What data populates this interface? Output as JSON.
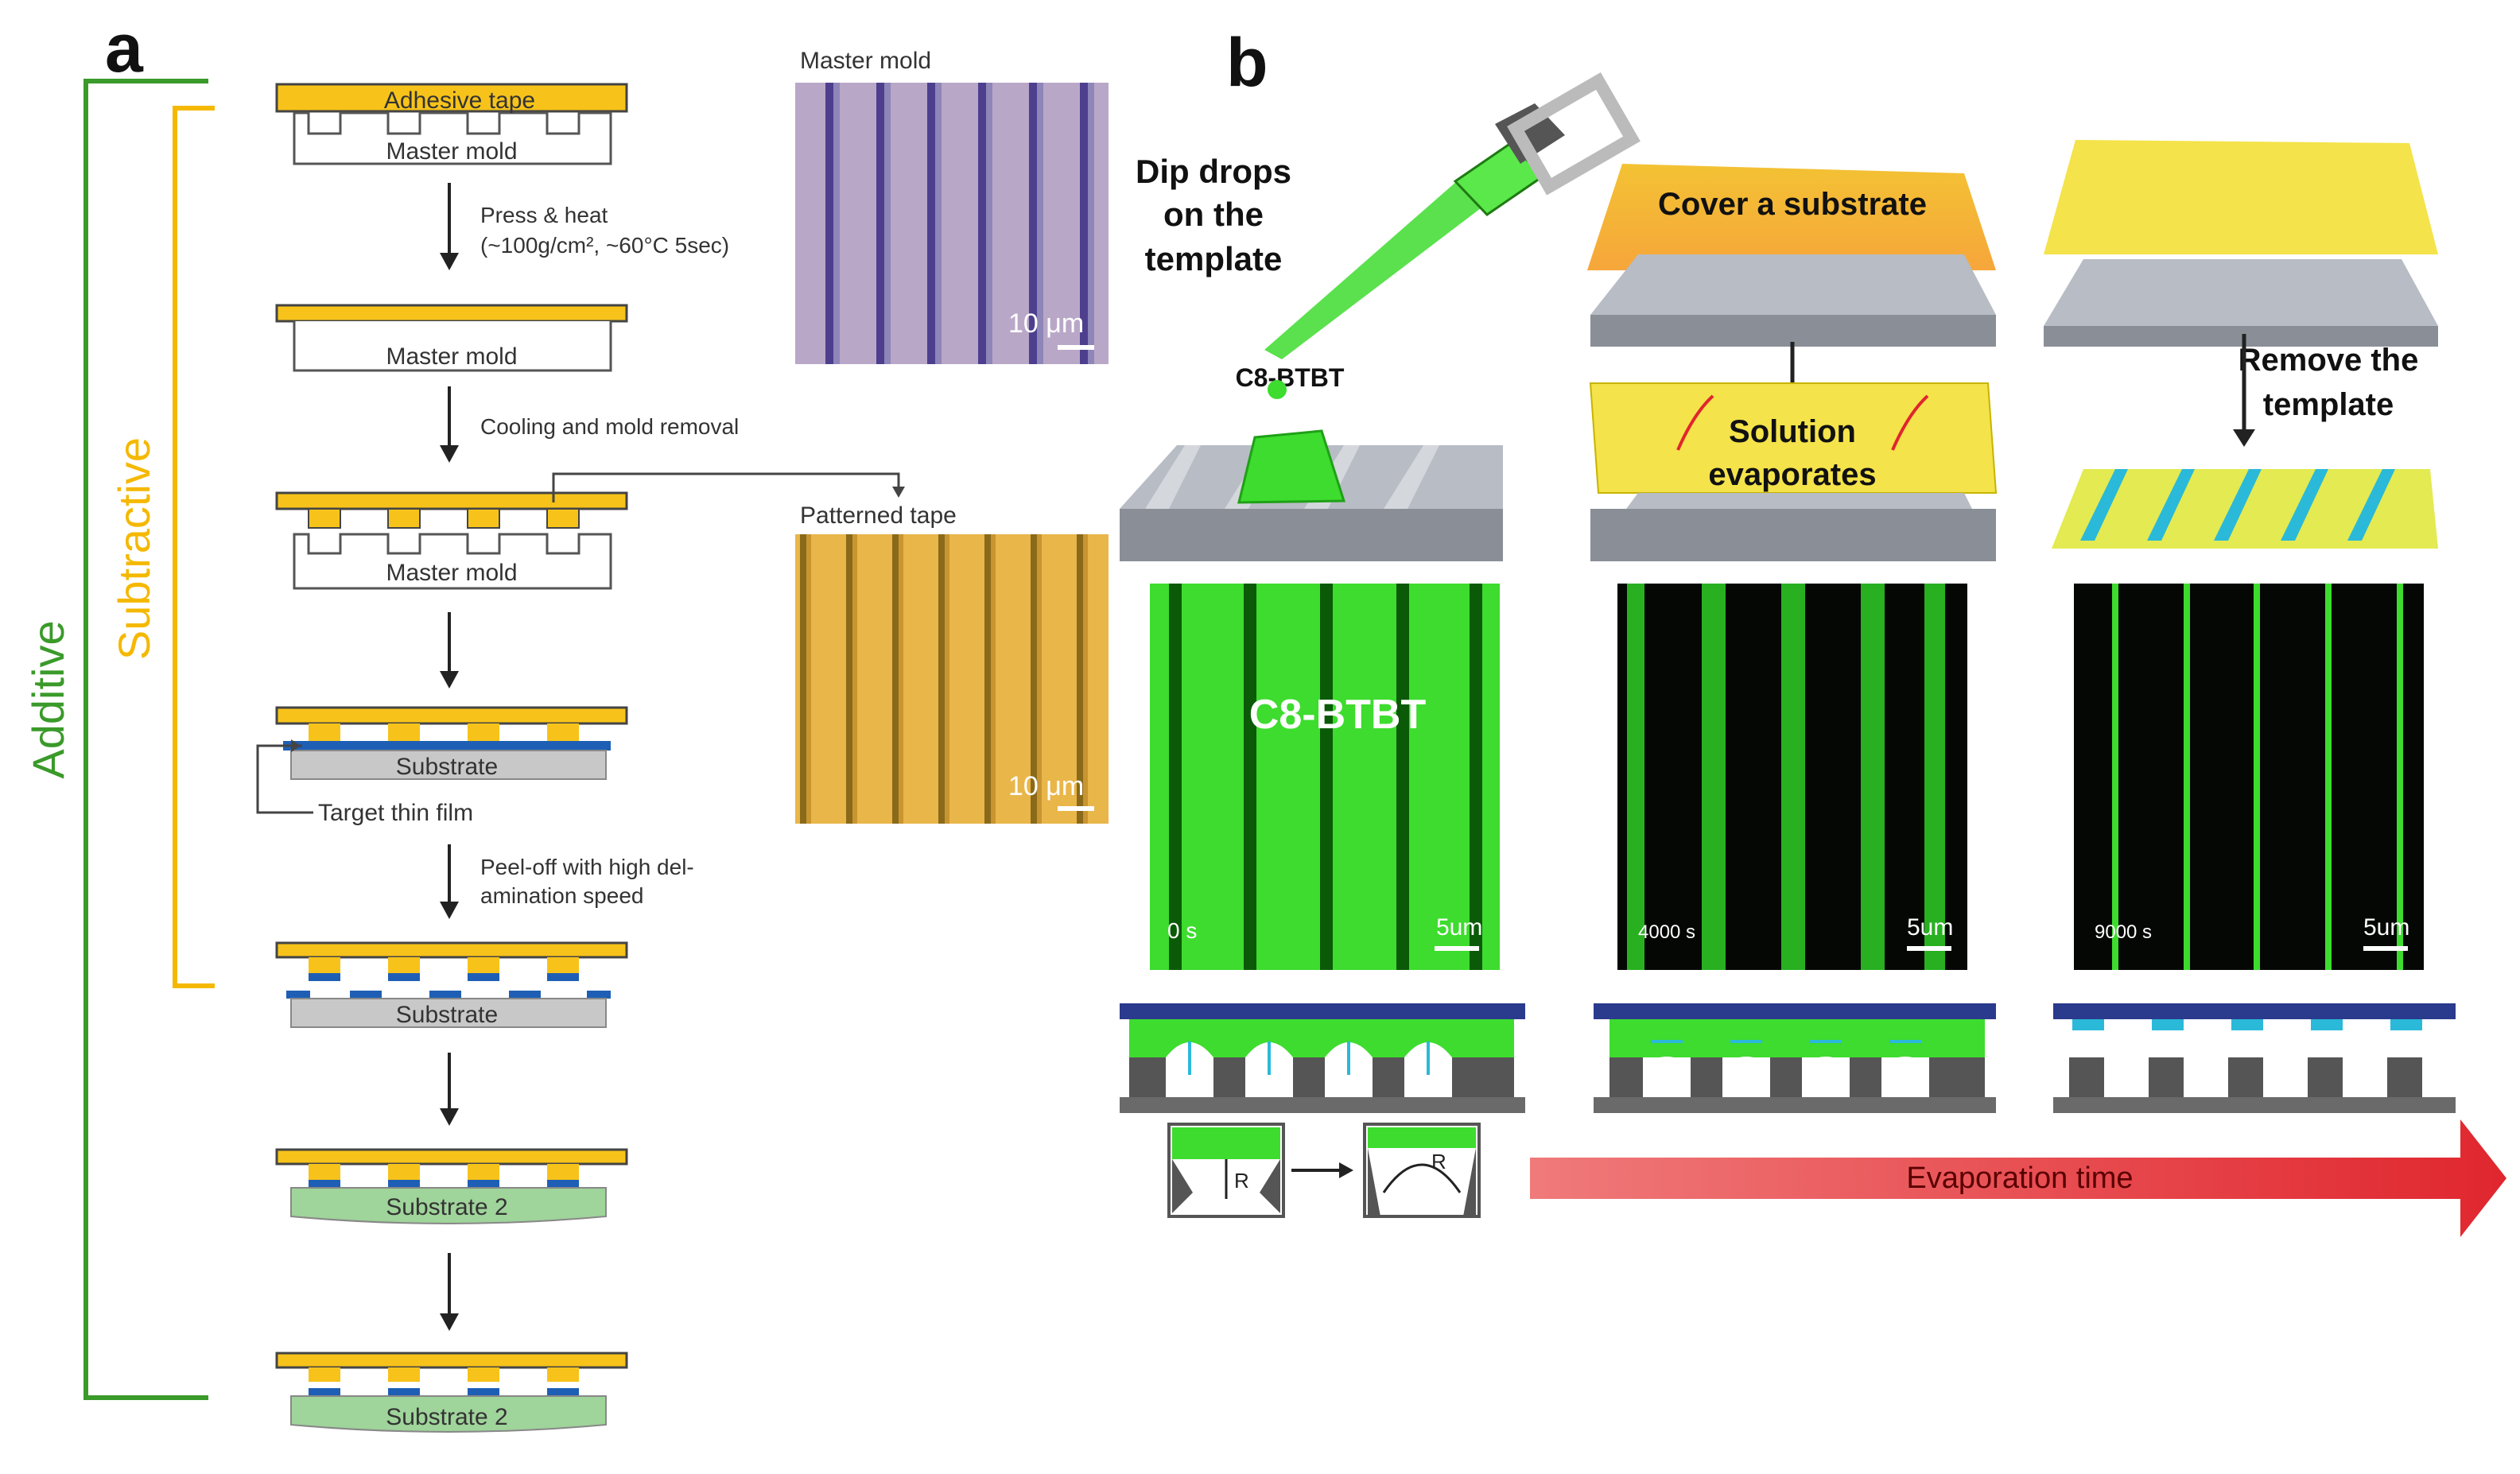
{
  "panel_a": {
    "letter": "a",
    "additive_label": "Additive",
    "subtractive_label": "Subtractive",
    "adhesive_tape": "Adhesive tape",
    "master_mold": "Master mold",
    "step1": "Press & heat",
    "step1_detail": "(~100g/cm², ~60°C 5sec)",
    "step2": "Cooling and mold removal",
    "substrate": "Substrate",
    "target_film": "Target thin film",
    "step4_line1": "Peel-off with high del-",
    "step4_line2": "amination speed",
    "substrate2": "Substrate 2",
    "micro1_title": "Master mold",
    "micro2_title": "Patterned tape",
    "scale": "10 μm"
  },
  "panel_b": {
    "letter": "b",
    "dip_line1": "Dip drops",
    "dip_line2": "on the",
    "dip_line3": "template",
    "material": "C8-BTBT",
    "cover": "Cover a substrate",
    "evap_line1": "Solution",
    "evap_line2": "evaporates",
    "remove_line1": "Remove the",
    "remove_line2": "template",
    "t0": "0 s",
    "t1": "4000 s",
    "t2": "9000 s",
    "scale": "5um",
    "radius": "R",
    "evaporation": "Evaporation time"
  },
  "colors": {
    "additive": "#3a9a2a",
    "subtractive": "#f5b800",
    "tape": "#f7c31a",
    "film": "#1e5fb5",
    "substrate": "#c8c8c8",
    "substrate2": "#9fd49a",
    "green_solution": "#3ddc2e",
    "cover_yellow": "#f4d33e",
    "arrow_red": "#e0262e",
    "deposit_cyan": "#2ab9d9",
    "top_plate": "#2a3a8c"
  }
}
